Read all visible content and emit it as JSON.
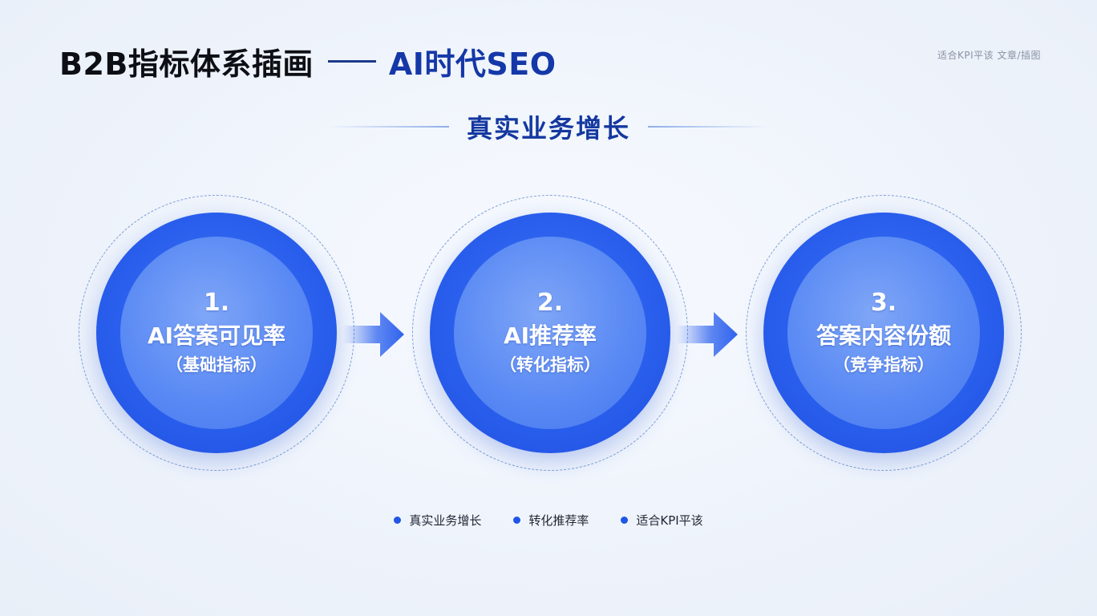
{
  "header": {
    "title_main": "B2B指标体系插画",
    "title_accent": "AI时代SEO",
    "corner_note": "适合KPI平该  文章/插图"
  },
  "section": {
    "title": "真实业务增长"
  },
  "steps": [
    {
      "number": "1.",
      "label": "AI答案可见率",
      "sub": "（基础指标）"
    },
    {
      "number": "2.",
      "label": "AI推荐率",
      "sub": "（转化指标）"
    },
    {
      "number": "3.",
      "label": "答案内容份额",
      "sub": "（竞争指标）"
    }
  ],
  "legend": [
    {
      "label": "真实业务增长"
    },
    {
      "label": "转化推荐率"
    },
    {
      "label": "适合KPI平该"
    }
  ],
  "colors": {
    "accent": "#1438a0",
    "circle_outer": "#2a5fed",
    "circle_inner": "#5a8af4",
    "legend_dot": "#1f56e6",
    "arrow": "#2f63ee"
  }
}
